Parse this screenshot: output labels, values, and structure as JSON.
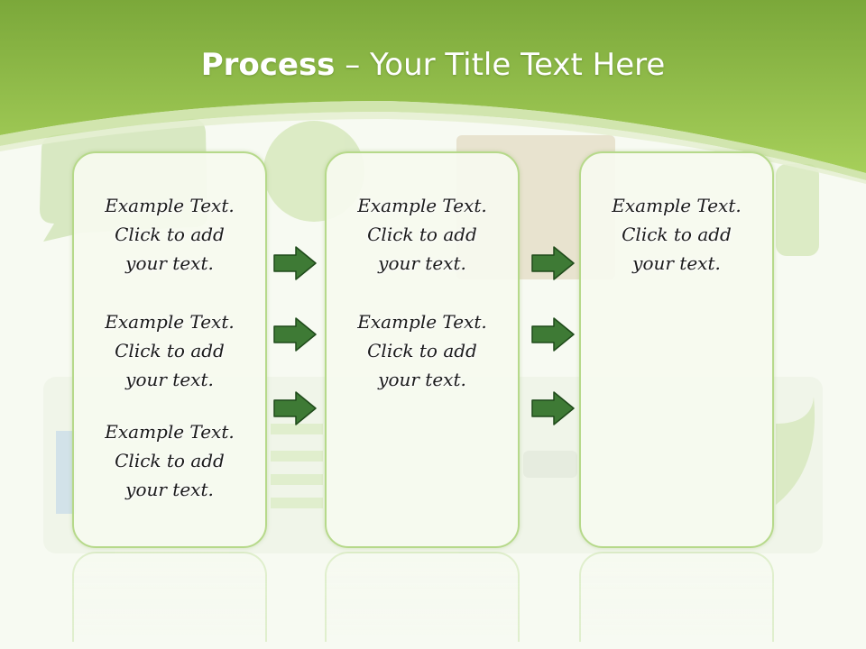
{
  "title": {
    "bold": "Process",
    "rest": " – Your Title Text Here"
  },
  "columns": [
    {
      "items": [
        [
          "Example Text.",
          "Click  to add",
          "your text."
        ],
        [
          "Example Text.",
          "Click  to add",
          "your text."
        ],
        [
          "Example Text.",
          "Click  to add",
          "your text."
        ]
      ]
    },
    {
      "items": [
        [
          "Example Text.",
          "Click  to add",
          "your text."
        ],
        [
          "Example Text.",
          "Click  to add",
          "your text."
        ]
      ]
    },
    {
      "items": [
        [
          "Example Text.",
          "Click  to add",
          "your text."
        ]
      ]
    }
  ],
  "colors": {
    "header": "#8cc041",
    "box_border": "#b6d98a",
    "arrow": "#3e7a35"
  }
}
